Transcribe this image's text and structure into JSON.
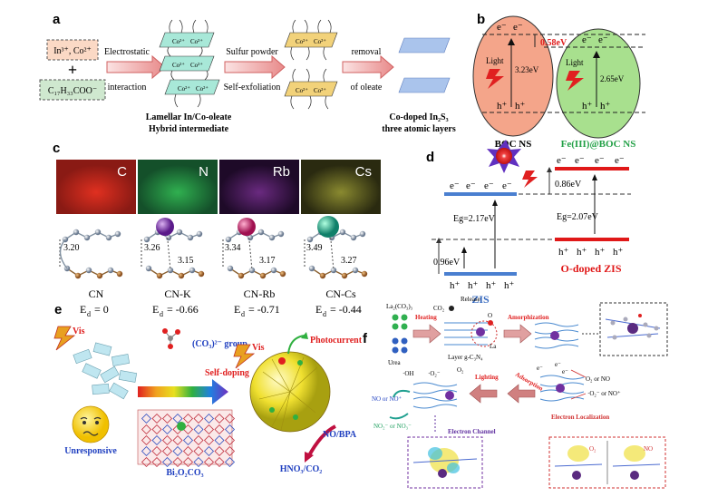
{
  "panel_a": {
    "label": "a",
    "ions": "In³⁺, Co²⁺",
    "plus": "+",
    "oleate": "C₁₇H₃₃COO⁻",
    "step1_line1": "Electrostatic",
    "step1_line2": "interaction",
    "co_label": "Co²⁺",
    "step2_line1": "Sulfur powder",
    "step2_line2": "Self-exfoliation",
    "step3_line1": "removal",
    "step3_line2": "of  oleate",
    "caption1_line1": "Lamellar In/Co-oleate",
    "caption1_line2": "Hybrid intermediate",
    "caption2_line1": "Co-doped In₂S₃",
    "caption2_line2": "three atomic layers"
  },
  "panel_b": {
    "label": "b",
    "electron": "e⁻",
    "hole": "h⁺",
    "offset": "0.58eV",
    "gap1": "3.23eV",
    "gap2": "2.65eV",
    "light": "Light",
    "name1": "BOC NS",
    "name2": "Fe(III)@BOC NS",
    "colors": {
      "left": "#f4a58a",
      "right": "#a8e08e",
      "red": "#e02020",
      "green": "#22a046"
    }
  },
  "panel_c": {
    "label": "c",
    "maps": [
      "C",
      "N",
      "Rb",
      "Cs"
    ],
    "map_colors": [
      "#c0251f",
      "#1e8a3a",
      "#3a1a4a",
      "#5a5a20"
    ],
    "heights": [
      "3.20",
      "3.26",
      "3.15",
      "3.34",
      "3.17",
      "3.49",
      "3.27"
    ],
    "structures": [
      "CN",
      "CN-K",
      "CN-Rb",
      "CN-Cs"
    ],
    "ed_label": "E",
    "ed_sub": "d",
    "ed_values": [
      "= 0",
      "= -0.66",
      "= -0.71",
      "= -0.44"
    ],
    "atom_colors": [
      "#7b2fa8",
      "#d81b70",
      "#1fb58a"
    ]
  },
  "panel_d": {
    "label": "d",
    "electron": "e⁻",
    "hole": "h⁺",
    "eg1": "Eg=2.17eV",
    "eg2": "Eg=2.07eV",
    "off1": "0.86eV",
    "off2": "0.96eV",
    "name1": "ZIS",
    "name2": "O-doped ZIS",
    "colors": {
      "zis": "#4a7fd0",
      "ozis": "#e01818"
    }
  },
  "panel_e": {
    "label": "e",
    "vis": "Vis",
    "group": "(CO₃)²⁻ group",
    "self_doping": "Self-doping",
    "photocurrent": "Photocurrent",
    "unresponsive": "Unresponsive",
    "material": "Bi₂O₂CO₃",
    "target": "NO/BPA",
    "product": "HNO₃/CO₂"
  },
  "panel_f": {
    "label": "f",
    "precursor": "La₂(CO₃)₃",
    "release": "Release",
    "co2": "CO₂",
    "heating": "Heating",
    "urea": "Urea",
    "layer": "Layer g-C₃N₄",
    "la": "La",
    "o": "O",
    "amorphization": "Amorphization",
    "adsorption": "Adsorption",
    "lighting": "Lighting",
    "oh": "·OH",
    "o2_rad": "·O₂⁻",
    "o2": "O₂",
    "o2_no": "O₂ or NO",
    "o2_no_rad": "·O₂⁻ or NO⁺",
    "no_or": "NO or NO⁺",
    "no2": "NO₂⁻ or NO₃⁻",
    "e": "e⁻",
    "electron_localization": "Electron Localization",
    "electron_channel": "Electron Channel",
    "inset_o2": "O₂",
    "inset_no": "NO"
  }
}
